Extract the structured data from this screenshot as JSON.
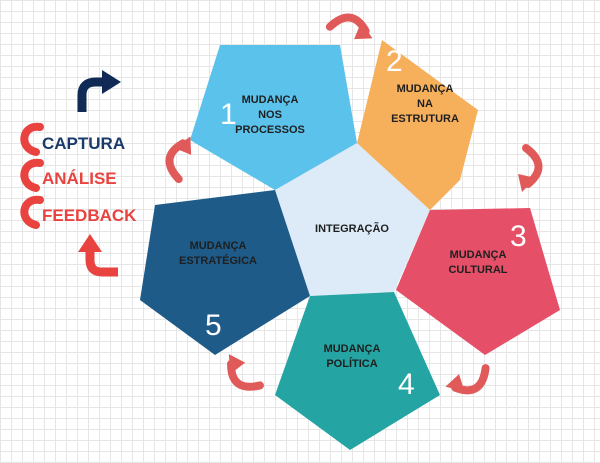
{
  "diagram": {
    "center": {
      "label": "INTEGRAÇÃO",
      "color": "#dcebf7"
    },
    "pentagons": [
      {
        "number": "1",
        "lines": [
          "MUDANÇA",
          "NOS",
          "PROCESSOS"
        ],
        "color": "#5bc2ec"
      },
      {
        "number": "2",
        "lines": [
          "MUDANÇA",
          "NA",
          "ESTRUTURA"
        ],
        "color": "#f6b05c"
      },
      {
        "number": "3",
        "lines": [
          "MUDANÇA",
          "CULTURAL"
        ],
        "color": "#e55068"
      },
      {
        "number": "4",
        "lines": [
          "MUDANÇA",
          "POLÍTICA"
        ],
        "color": "#24a4a2"
      },
      {
        "number": "5",
        "lines": [
          "MUDANÇA",
          "ESTRATÉGICA"
        ],
        "color": "#1e5b88"
      }
    ],
    "arrow_color": "#e05a5a"
  },
  "cycle": {
    "items": [
      {
        "label": "CAPTURA",
        "color": "#1a3a6a"
      },
      {
        "label": "ANÁLISE",
        "color": "#e8433f"
      },
      {
        "label": "FEEDBACK",
        "color": "#e8433f"
      }
    ],
    "swirl_color": "#e8433f",
    "up_arrow_color": "#102a55",
    "down_arrow_color": "#e8433f"
  }
}
